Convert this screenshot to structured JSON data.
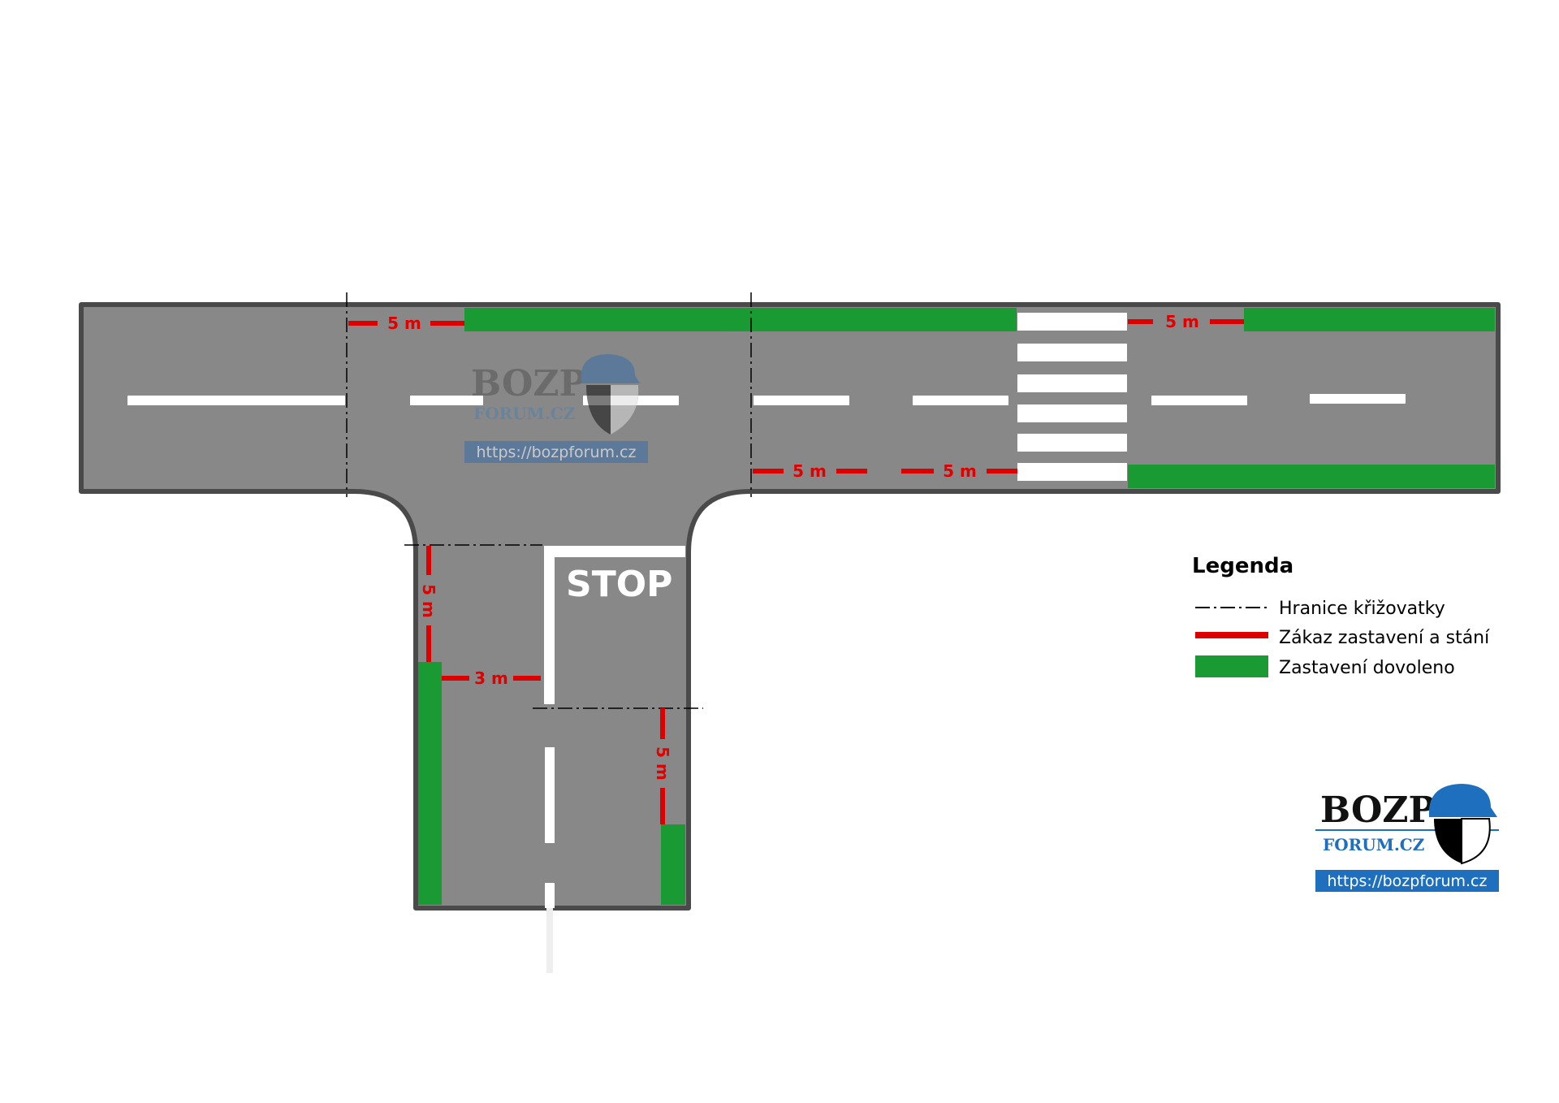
{
  "diagram": {
    "colors": {
      "road": "#888888",
      "road_border": "#4a4a4a",
      "marking": "#ffffff",
      "no_stopping": "#dd0000",
      "stopping_allowed": "#1a9a32",
      "url_badge": "#1f6fbf"
    },
    "dimensions": {
      "main_top_left": "5 m",
      "main_top_right": "5 m",
      "main_bottom_left": "5 m",
      "main_bottom_right": "5 m",
      "side_left_vertical": "5 m",
      "side_left_horizontal": "3 m",
      "side_right_vertical": "5 m"
    },
    "stop_label": "STOP",
    "watermark": {
      "bozp": "BOZP",
      "forum": "FORUM.CZ",
      "url": "https://bozpforum.cz"
    }
  },
  "legend": {
    "title": "Legenda",
    "items": [
      {
        "label": "Hranice křižovatky",
        "style": "dash-dot"
      },
      {
        "label": "Zákaz zastavení a stání",
        "style": "red"
      },
      {
        "label": "Zastavení dovoleno",
        "style": "green"
      }
    ]
  },
  "logo": {
    "bozp": "BOZP",
    "forum": "FORUM.CZ",
    "url": "https://bozpforum.cz"
  }
}
